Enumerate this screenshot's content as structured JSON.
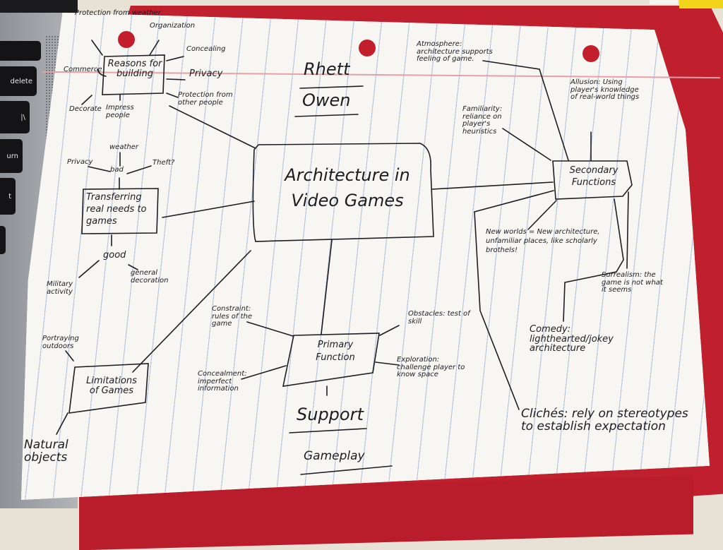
{
  "scene": {
    "description": "Photo of a handwritten mind map on lined notebook paper lying on a red folder next to a laptop",
    "colors": {
      "folder": "#c0202e",
      "paper": "#f7f6f2",
      "ink": "#1d1d22",
      "ruled_line": "#b9c7df",
      "margin_line": "#e6a0a8"
    },
    "laptop_keys": [
      "delete",
      "|\\",
      "urn",
      "t"
    ]
  },
  "author": {
    "first": "Rhett",
    "last": "Owen"
  },
  "central_topic": "Architecture in Video Games",
  "nodes": {
    "reasons": {
      "label": "Reasons for building",
      "children": [
        "Protection from weather",
        "Organization",
        "Concealing",
        "Privacy",
        "Protection from other people",
        "Impress people",
        "Decorate",
        "Commerce"
      ]
    },
    "transforming": {
      "label": "Transferring real needs to games",
      "bad": {
        "label": "bad",
        "children": [
          "weather",
          "Privacy",
          "Theft?"
        ]
      },
      "good": {
        "label": "good",
        "children": [
          "Military activity",
          "general decoration"
        ]
      }
    },
    "limitations": {
      "label": "Limitations of Games",
      "children": [
        "Portraying outdoors",
        "Natural objects"
      ]
    },
    "primary": {
      "label": "Primary Function",
      "children": [
        "Constraint: rules of the game",
        "Obstacles: test of skill",
        "Exploration: challenge player to know space",
        "Concealment: imperfect information"
      ],
      "summary": [
        "Support",
        "Gameplay"
      ]
    },
    "secondary": {
      "label": "Secondary Functions",
      "children": [
        "Atmosphere: architecture supports feeling of game.",
        "Familiarity: reliance on player's heuristics",
        "Allusion: Using player's knowledge of real-world things",
        "New worlds = New architecture, unfamiliar places, like scholarly brothels!",
        "Surrealism: the game is not what it seems",
        "Comedy: lighthearted/jokey architecture",
        "Clichés: rely on stereotypes to establish expectation"
      ]
    }
  }
}
